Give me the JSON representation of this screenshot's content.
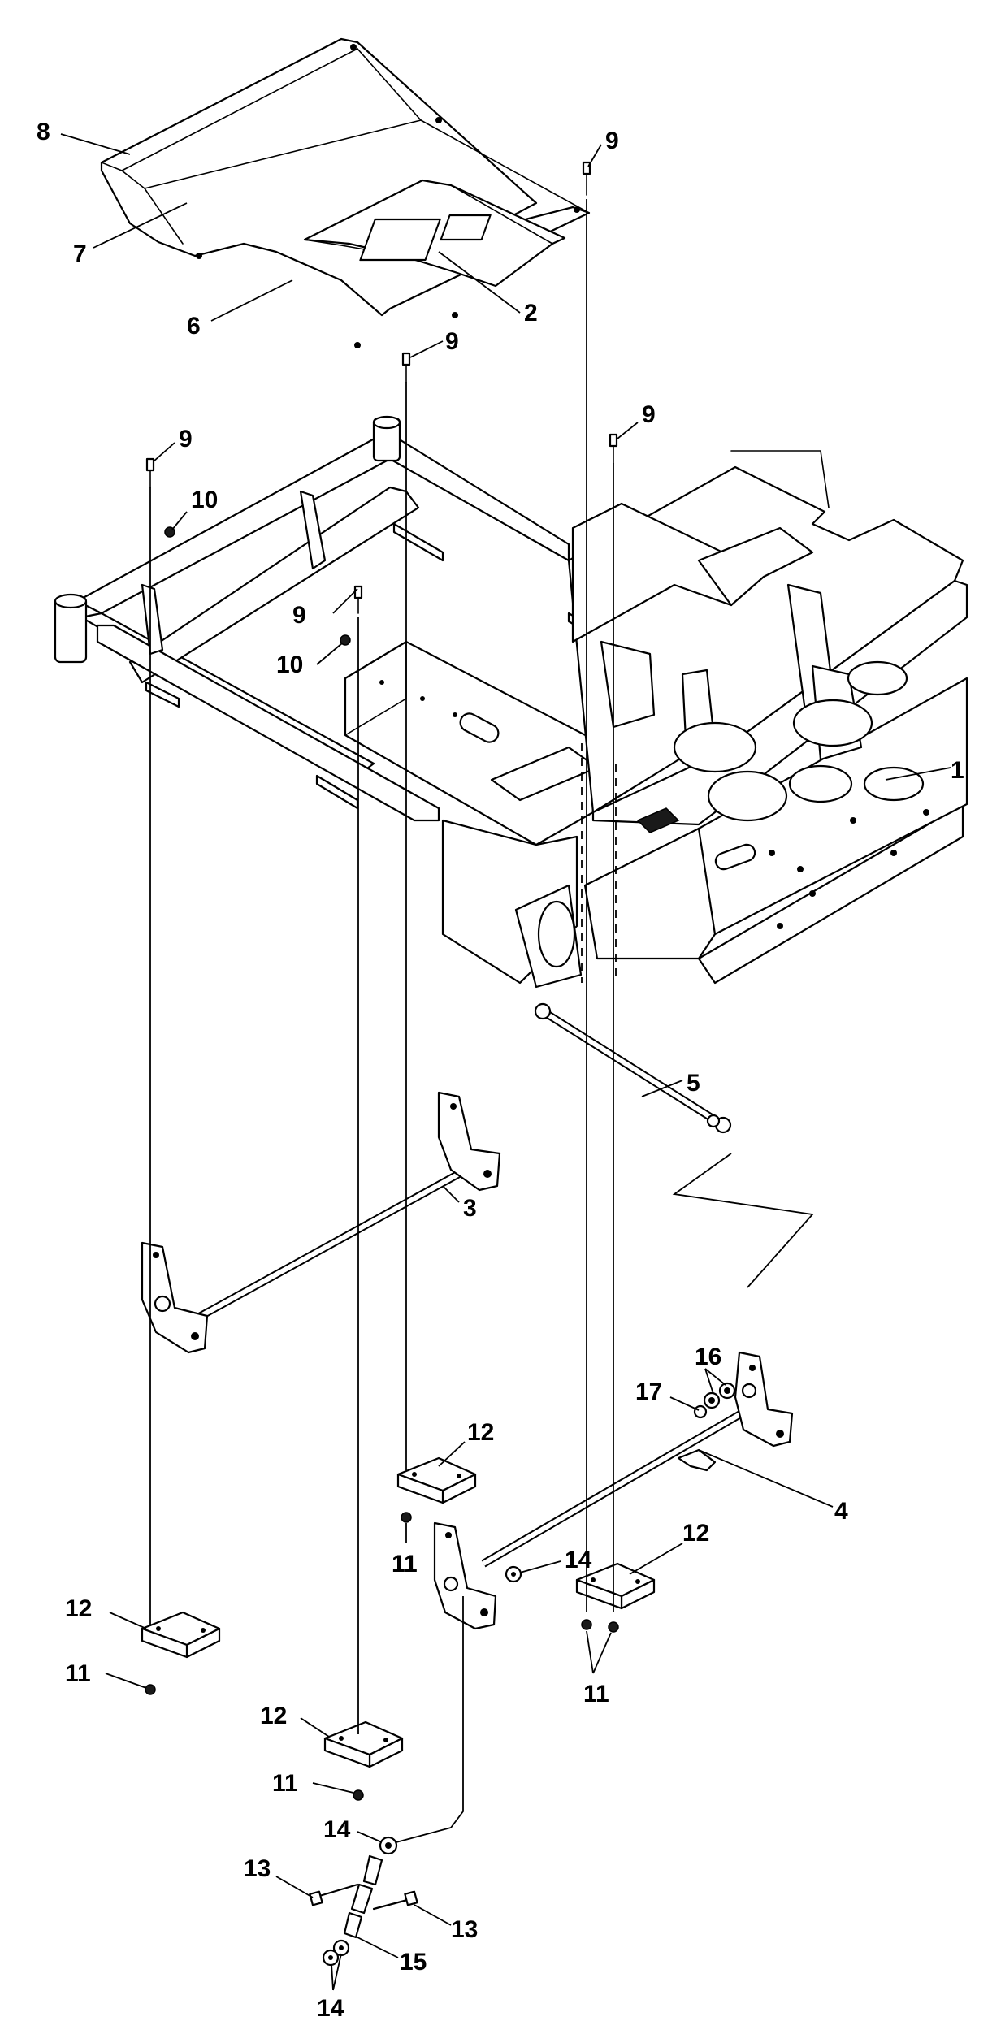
{
  "callouts": {
    "c1": "1",
    "c2": "2",
    "c3": "3",
    "c4": "4",
    "c5": "5",
    "c6": "6",
    "c7": "7",
    "c8": "8",
    "c9a": "9",
    "c9b": "9",
    "c9c": "9",
    "c9d": "9",
    "c9e": "9",
    "c10a": "10",
    "c10b": "10",
    "c11a": "11",
    "c11b": "11",
    "c11c": "11",
    "c11d": "11",
    "c12a": "12",
    "c12b": "12",
    "c12c": "12",
    "c12d": "12",
    "c13a": "13",
    "c13b": "13",
    "c14a": "14",
    "c14b": "14",
    "c14c": "14",
    "c15": "15",
    "c16": "16",
    "c17": "17"
  },
  "colors": {
    "line": "#000000",
    "background": "#ffffff"
  }
}
